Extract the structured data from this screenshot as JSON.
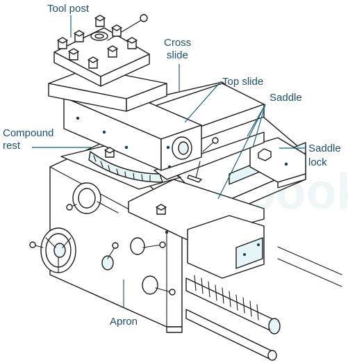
{
  "labels": {
    "tool_post": "Tool post",
    "cross_slide_line1": "Cross",
    "cross_slide_line2": "slide",
    "top_slide": "Top slide",
    "saddle": "Saddle",
    "compound_rest_line1": "Compound",
    "compound_rest_line2": "rest",
    "saddle_lock_line1": "Saddle",
    "saddle_lock_line2": "lock",
    "apron": "Apron"
  },
  "watermark": "Testbook",
  "colors": {
    "label_text": "#1e4e66",
    "leader_line": "#1b5e7a",
    "outline": "#1a1a1a",
    "shading": "#e6f5f7",
    "watermark": "#eef6f8"
  }
}
